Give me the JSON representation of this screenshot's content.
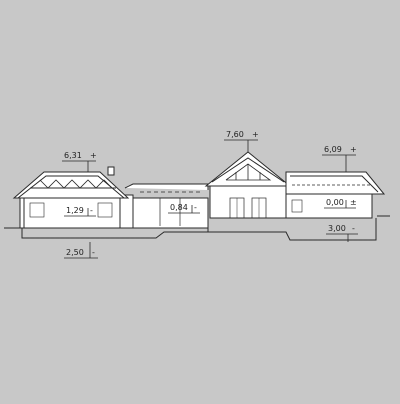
{
  "drawing": {
    "background_color": "#c8c8c8",
    "wall_fill": "#ffffff",
    "line_color": "#2a2a2a",
    "elevation_marks": [
      {
        "id": "left-ridge",
        "sign": "+",
        "value": "6,31"
      },
      {
        "id": "main-ridge",
        "sign": "+",
        "value": "7,60"
      },
      {
        "id": "right-ridge",
        "sign": "+",
        "value": "6,09"
      },
      {
        "id": "left-floor",
        "sign": "-",
        "value": "1,29"
      },
      {
        "id": "mid-floor",
        "sign": "-",
        "value": "0,84"
      },
      {
        "id": "ground-floor",
        "sign": "±",
        "value": "0,00"
      },
      {
        "id": "basement-right",
        "sign": "-",
        "value": "3,00"
      },
      {
        "id": "basement-left",
        "sign": "-",
        "value": "2,50"
      }
    ]
  }
}
